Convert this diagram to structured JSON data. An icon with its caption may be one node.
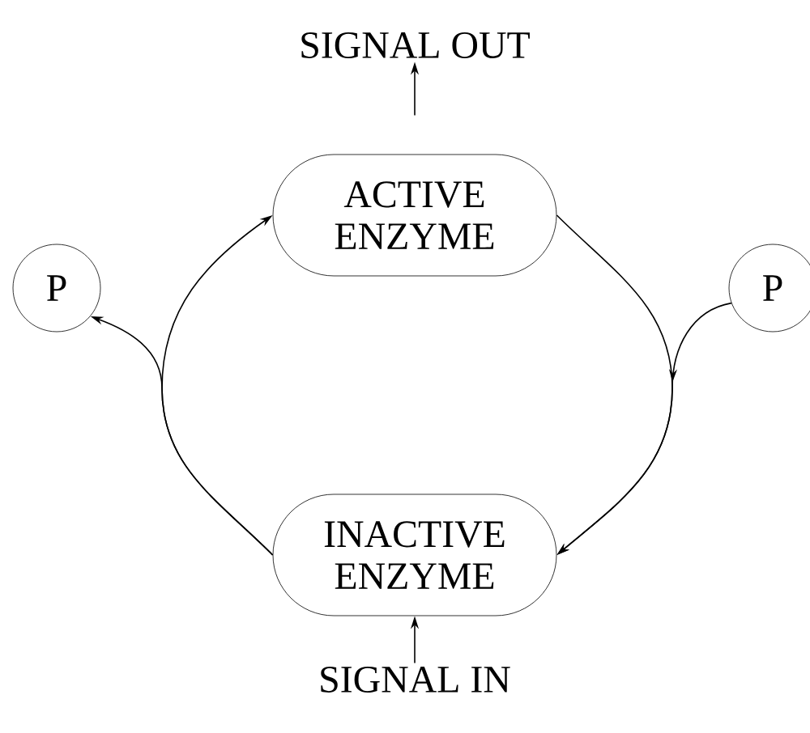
{
  "diagram": {
    "nodes": [
      {
        "text": [
          "SIGNAL OUT"
        ]
      },
      {
        "text": [
          "ACTIVE ENZYME"
        ]
      },
      {
        "text": [
          "P"
        ]
      },
      {
        "text": [
          "P"
        ]
      },
      {
        "text": [
          "INACTIVE ENZYME"
        ]
      },
      {
        "text": [
          "SIGNAL IN"
        ]
      }
    ],
    "edges": [
      {
        "from": 1,
        "to": 0,
        "arrow": "to"
      },
      {
        "from": 4,
        "to": 1,
        "arrow": "to"
      },
      {
        "from": 4,
        "to": 2,
        "arrow": "to"
      },
      {
        "from": 1,
        "to": 4,
        "arrow": "to"
      },
      {
        "from": 3,
        "to": 4,
        "arrow": "to"
      },
      {
        "from": 5,
        "to": 4,
        "arrow": "to"
      }
    ]
  }
}
